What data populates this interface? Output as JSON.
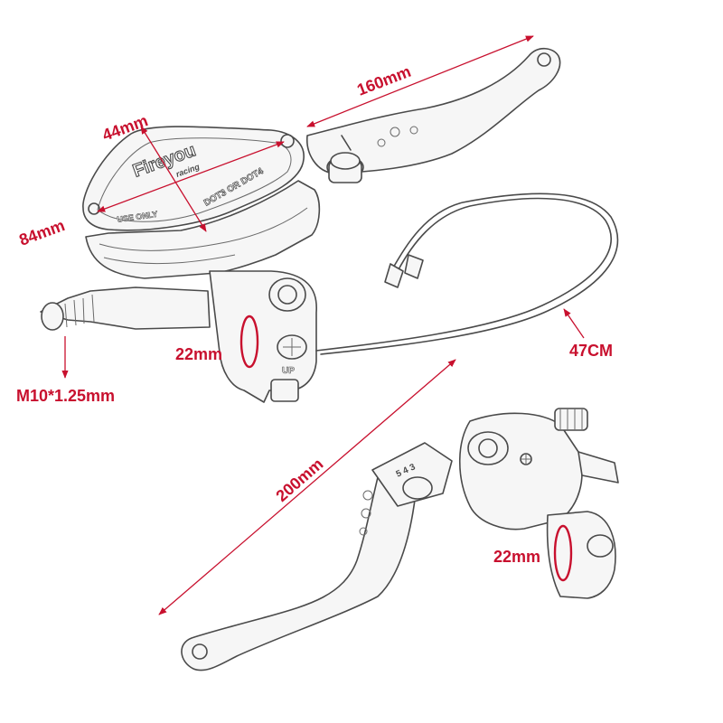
{
  "dimensions": {
    "lever_length_top": "160mm",
    "reservoir_width": "44mm",
    "reservoir_length": "84mm",
    "clamp_top": "22mm",
    "bolt_thread": "M10*1.25mm",
    "wire_length": "47CM",
    "lever_length_bottom": "200mm",
    "clamp_bottom": "22mm"
  },
  "reservoir_markings": {
    "brand": "Fireyou",
    "sub": "racing",
    "fluid": "DOT3 OR DOT4",
    "use": "USE ONLY"
  },
  "part_markings": {
    "up": "UP"
  },
  "colors": {
    "dimension": "#c8102e",
    "label": "#c8102e",
    "ink": "#4a4a4a"
  }
}
